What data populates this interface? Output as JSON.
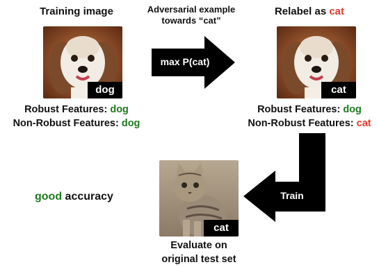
{
  "panels": {
    "training": {
      "title": "Training image",
      "tag": "dog",
      "robust_prefix": "Robust Features:",
      "robust_value": "dog",
      "nonrobust_prefix": "Non-Robust Features:",
      "nonrobust_value": "dog"
    },
    "relabel": {
      "title_prefix": "Relabel as",
      "title_value": "cat",
      "tag": "cat",
      "robust_prefix": "Robust Features:",
      "robust_value": "dog",
      "nonrobust_prefix": "Non-Robust Features:",
      "nonrobust_value": "cat"
    },
    "evaluate": {
      "tag": "cat",
      "caption_line1": "Evaluate on",
      "caption_line2": "original test set"
    }
  },
  "arrows": {
    "adversarial_caption_line1": "Adversarial example",
    "adversarial_caption_line2": "towards “cat”",
    "adversarial_label": "max P(cat)",
    "train_label": "Train"
  },
  "result": {
    "prefix": "good",
    "suffix": "accuracy"
  },
  "colors": {
    "green": "#1e7b1e",
    "red": "#e53a2e",
    "arrow": "#000000"
  },
  "icons": {
    "training_photo": "dog-photo",
    "relabel_photo": "dog-photo",
    "evaluate_photo": "cat-photo"
  }
}
